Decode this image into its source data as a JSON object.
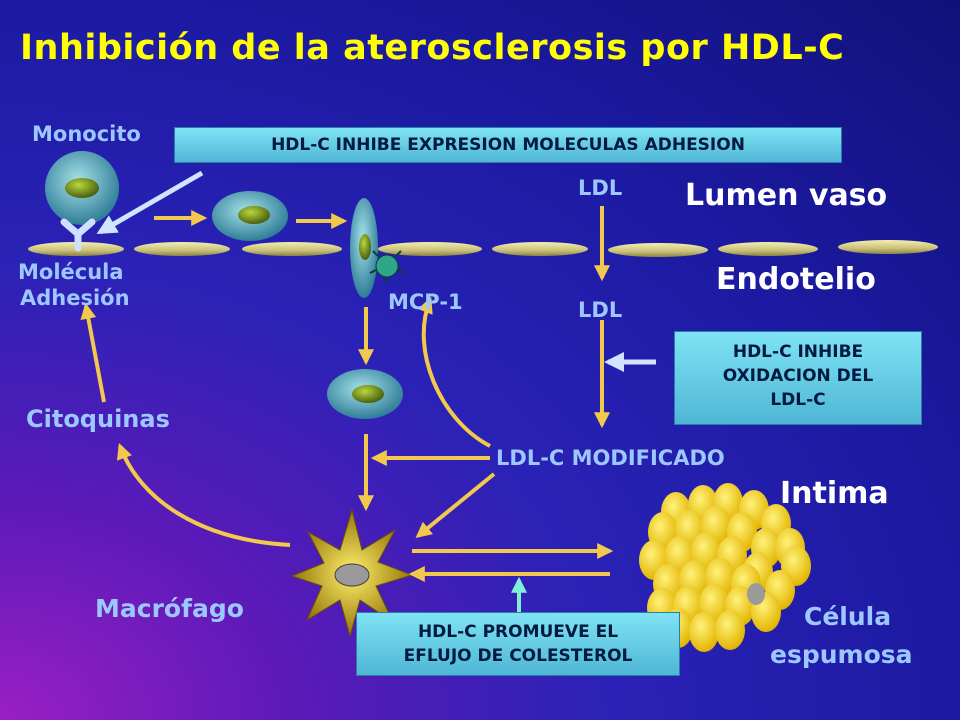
{
  "title": "Inhibición de la aterosclerosis por HDL-C",
  "labels": {
    "monocito": "Monocito",
    "molecula_line1": "Molécula",
    "molecula_line2": "Adhesión",
    "mcp1": "MCP-1",
    "ldl_top": "LDL",
    "ldl_mid": "LDL",
    "lumen": "Lumen vaso",
    "endotelio": "Endotelio",
    "citoquinas": "Citoquinas",
    "ldl_modificado": "LDL-C MODIFICADO",
    "intima": "Intima",
    "macrofago": "Macrófago",
    "celula_line1": "Célula",
    "celula_line2": "espumosa"
  },
  "boxes": {
    "adhesion": "HDL-C INHIBE EXPRESION MOLECULAS ADHESION",
    "oxidacion_line1": "HDL-C INHIBE",
    "oxidacion_line2": "OXIDACION DEL",
    "oxidacion_line3": "LDL-C",
    "eflujo_line1": "HDL-C PROMUEVE EL",
    "eflujo_line2": "EFLUJO DE COLESTEROL"
  },
  "colors": {
    "title": "#ffff00",
    "label_blue": "#9cc8ff",
    "label_white": "#ffffff",
    "box": "#6fd4ea",
    "arrow": "#f2c94c"
  },
  "icons": [
    "monocyte-cell-icon",
    "adhesion-molecule-icon",
    "mcp1-protein-icon",
    "macrophage-icon",
    "foam-cell-icon",
    "endothelial-cell-icon"
  ]
}
